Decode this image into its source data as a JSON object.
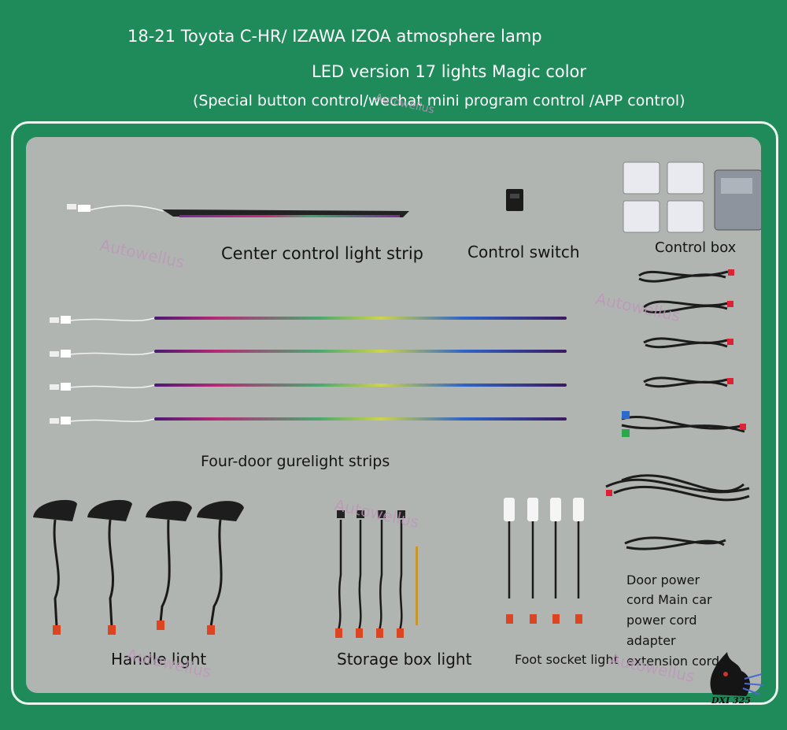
{
  "header": {
    "title": "18-21 Toyota C-HR/ IZAWA IZOA atmosphere lamp",
    "subtitle": "LED version 17 lights Magic color",
    "note": "(Special button control/wechat mini program control /APP control)"
  },
  "labels": {
    "center_strip": "Center control light strip",
    "control_switch": "Control switch",
    "control_box": "Control box",
    "four_door": "Four-door gurelight strips",
    "handle": "Handle light",
    "storage": "Storage box light",
    "foot": "Foot socket light",
    "cords": [
      "Door power",
      "cord Main car",
      "power cord",
      "adapter",
      "extension cord"
    ]
  },
  "watermark": "Autowellus",
  "logo_text": "DXI 325",
  "colors": {
    "background": "#1f8a5a",
    "panel": "#b1b5b2",
    "strip_spectrum": [
      "#5a1e88",
      "#c02a7a",
      "#4fb06a",
      "#d8d840",
      "#2e6ad0",
      "#7a2a9a"
    ]
  }
}
